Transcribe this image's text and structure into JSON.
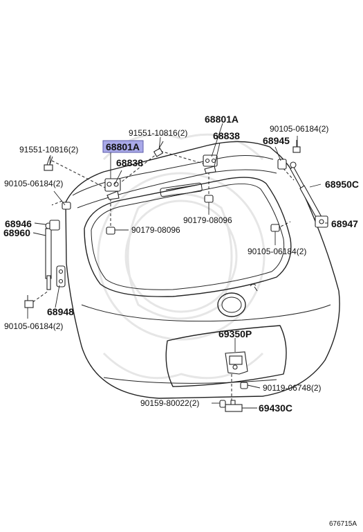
{
  "labels": {
    "p91551_left": "91551-10816(2)",
    "p68801A_left": "68801A",
    "p68838_left": "68838",
    "p90105_top_left": "90105-06184(2)",
    "p68946": "68946",
    "p68960": "68960",
    "p68948": "68948",
    "p90105_bottom_left": "90105-06184(2)",
    "p91551_center": "91551-10816(2)",
    "p68801A_right": "68801A",
    "p68838_right": "68838",
    "p90105_top_right": "90105-06184(2)",
    "p68945": "68945",
    "p68950C": "68950C",
    "p90179_right": "90179-08096",
    "p90179_left": "90179-08096",
    "p68947": "68947",
    "p90105_mid_right": "90105-06184(2)",
    "p69350P": "69350P",
    "p90119": "90119-06748(2)",
    "p90159": "90159-80022(2)",
    "p69430C": "69430C",
    "diagram_ref": "676715A"
  },
  "highlight_color": "#a9a9e8",
  "highlight_stroke": "#5a5aa8"
}
